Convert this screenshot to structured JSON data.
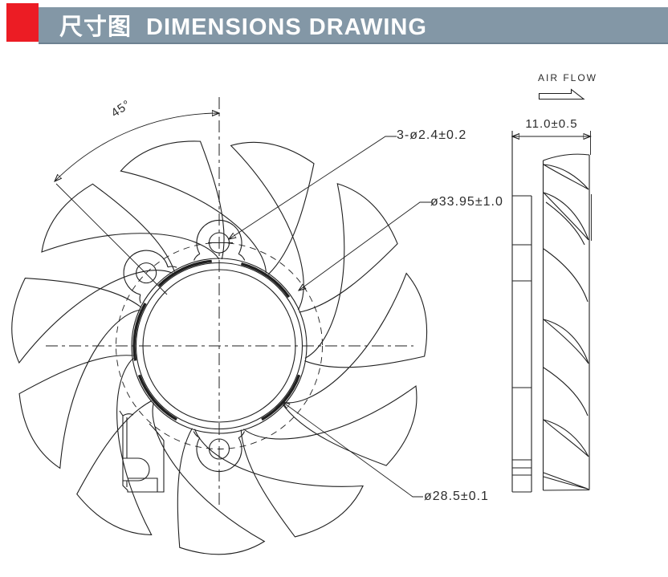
{
  "colors": {
    "accent_red": "#ec1c24",
    "title_bar": "#8397a6",
    "title_bar_border": "#6d8191",
    "title_text": "#ffffff",
    "line": "#1f1f1f",
    "label_text": "#2b2b2b",
    "background": "#ffffff"
  },
  "header": {
    "title_cn": "尺寸图",
    "title_en": "DIMENSIONS DRAWING"
  },
  "front_view": {
    "blade_count": 11,
    "angle_dimension": "45°",
    "mounting_holes_dimension": "3-ø2.4±0.2",
    "hub_outer_dimension": "ø33.95±1.0",
    "hub_inner_dimension": "ø28.5±0.1"
  },
  "side_view": {
    "thickness_dimension": "11.0±0.5",
    "air_flow_label": "AIR FLOW"
  }
}
